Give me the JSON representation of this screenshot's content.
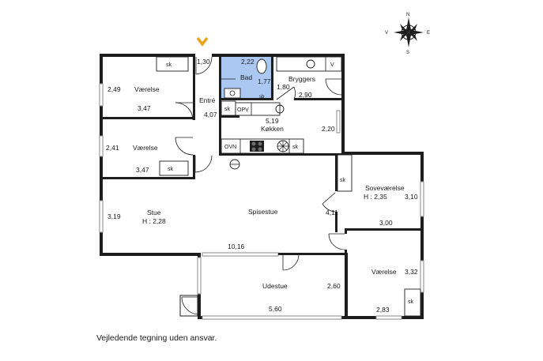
{
  "compass": {
    "north": "N",
    "south": "S",
    "east": "E",
    "west": "V"
  },
  "rooms": {
    "vaerelse1": {
      "name": "Værelse",
      "dim_h": "2,49",
      "dim_w": "3,47"
    },
    "vaerelse2": {
      "name": "Værelse",
      "dim_h": "2,41",
      "dim_w": "3,47"
    },
    "entre": {
      "name": "Entré",
      "dim_top": "1,30",
      "dim_side": "4,07"
    },
    "bad": {
      "name": "Bad",
      "dim_top": "2,22",
      "dim_side": "1,77"
    },
    "bryggers": {
      "name": "Bryggers",
      "dim_side": "1,80",
      "dim_bottom": "2,90"
    },
    "kokken": {
      "name": "Køkken",
      "dim_top": "5,19",
      "dim_side": "2,20"
    },
    "stue": {
      "name": "Stue",
      "height": "H : 2,28",
      "dim_side": "3,19"
    },
    "spisestue": {
      "name": "Spisestue",
      "dim_side": "4,11",
      "dim_bottom": "10,16"
    },
    "sovevaerelse": {
      "name": "Soveværelse",
      "height": "H : 2,35",
      "dim_side": "3,10",
      "dim_bottom": "3,00"
    },
    "udestue": {
      "name": "Udestue",
      "dim_side": "2,60",
      "dim_bottom": "5,60"
    },
    "vaerelse3": {
      "name": "Værelse",
      "dim_side": "3,32",
      "dim_bottom": "2,83"
    }
  },
  "fixtures": {
    "sk": "sk",
    "opv": "OPV",
    "ovn": "OVN",
    "v": "V",
    "sb": "sb"
  },
  "colors": {
    "bath": "#aac8f2",
    "wall": "#1e1e1e",
    "entrance": "#e8a419"
  },
  "disclaimer": "Vejledende tegning uden ansvar."
}
